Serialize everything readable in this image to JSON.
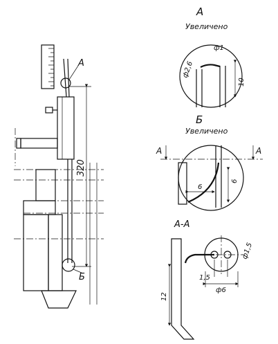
{
  "labels": {
    "view_a_title": "А",
    "view_a_subtitle": "Увеличено",
    "view_b_title": "Б",
    "view_b_subtitle": "Увеличено",
    "section_title": "А-А",
    "callout_a": "А",
    "callout_b": "Б",
    "section_mark_left": "А",
    "section_mark_right": "А"
  },
  "dimensions": {
    "main_length": "320",
    "a_phi1": "ф1",
    "a_phi2_6": "ф2,6",
    "a_ten": "10",
    "b_six_horizontal": "6",
    "b_six_vertical": "6",
    "s_phi1_5": "ф1,5",
    "s_one_five": "1,5",
    "s_phi6": "ф6",
    "s_twelve": "12"
  }
}
